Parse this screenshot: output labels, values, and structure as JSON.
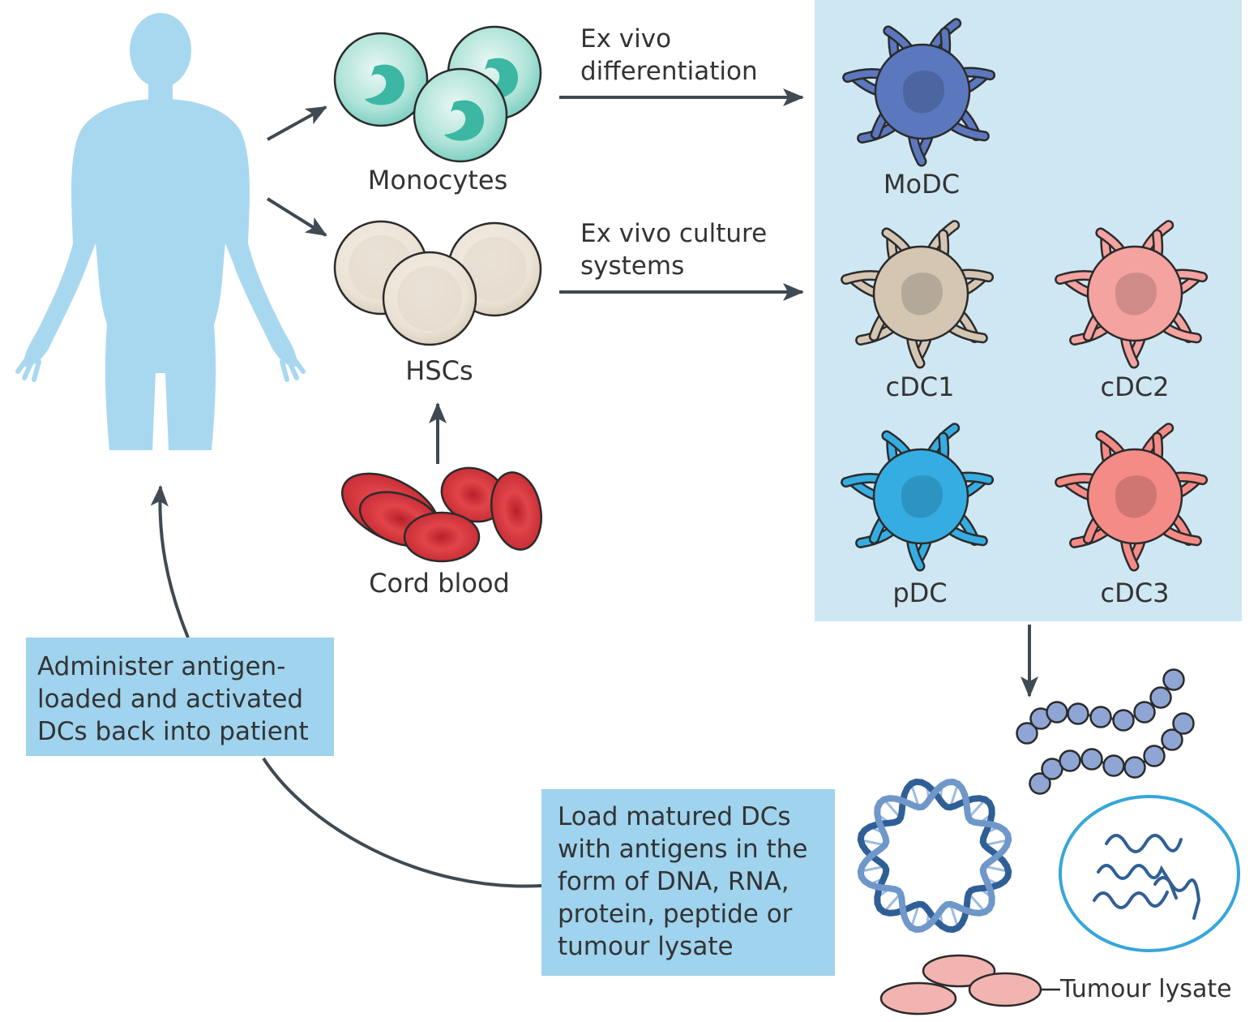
{
  "labels": {
    "monocytes": "Monocytes",
    "hscs": "HSCs",
    "cord_blood": "Cord blood",
    "modc": "MoDC",
    "cdc1": "cDC1",
    "cdc2": "cDC2",
    "pdc": "pDC",
    "cdc3": "cDC3",
    "tumour_lysate": "Tumour lysate"
  },
  "steps": {
    "differentiation": [
      "Ex vivo",
      "differentiation"
    ],
    "culture": [
      "Ex vivo culture",
      "systems"
    ]
  },
  "boxes": {
    "administer": [
      "Administer antigen-",
      "loaded and activated",
      "DCs back into patient"
    ],
    "load": [
      "Load matured DCs",
      "with antigens in the",
      "form of DNA, RNA,",
      "protein, peptide or",
      "tumour lysate"
    ]
  },
  "colors": {
    "panel": "#cfe7f3",
    "box": "#9fd3ee",
    "body": "#a8d8f0",
    "monocyte": "#5ec8b6",
    "hsc": "#ece6dc",
    "rbc": "#d6343c",
    "modc": "#5b78be",
    "cdc1": "#d4c6b3",
    "cdc2": "#f4a3a0",
    "pdc": "#35ade2",
    "cdc3": "#f58b86",
    "peptide": "#8fa5d4",
    "dna": "#2f5f96",
    "lysate": "#f2b4b1",
    "arrow": "#3f4a52"
  }
}
